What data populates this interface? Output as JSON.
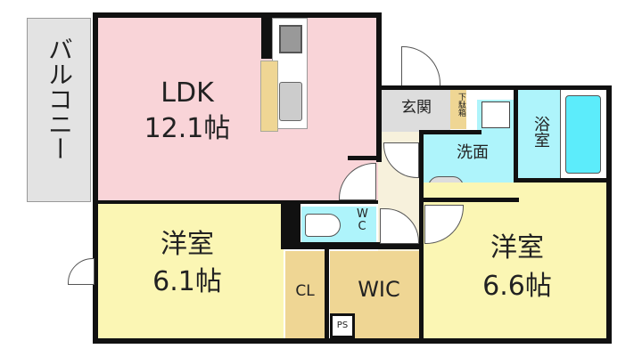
{
  "rooms": {
    "balcony": "バルコニー",
    "ldk": {
      "name": "LDK",
      "size": "12.1帖"
    },
    "western_room_left": {
      "name": "洋室",
      "size": "6.1帖"
    },
    "western_room_right": {
      "name": "洋室",
      "size": "6.6帖"
    },
    "entrance": "玄関",
    "shoe_box": "下駄箱",
    "washroom": "洗面",
    "bathroom": "浴室",
    "wc": "WC",
    "closet": "CL",
    "walk_in_closet": "WIC",
    "pipe_space": "PS"
  },
  "colors": {
    "ldk": "#f9d4d8",
    "western": "#fbf6b4",
    "water": "#aef4fb",
    "closet": "#efd694",
    "balcony": "#e3e3e3",
    "hall": "#f7f1dc"
  }
}
